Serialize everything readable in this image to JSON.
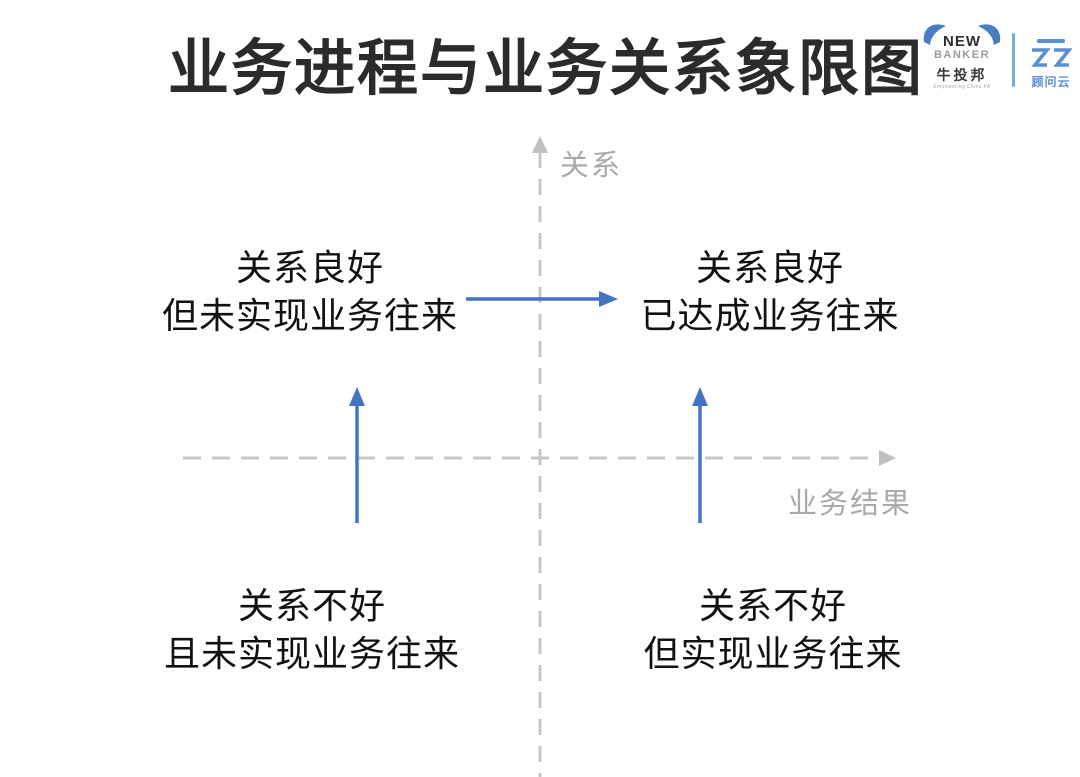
{
  "page": {
    "background": "#ffffff"
  },
  "header": {
    "title": "业务进程与业务关系象限图",
    "logos": {
      "newbanker": {
        "name_line1": "NEW",
        "name_line2": "BANKER",
        "cn_name": "牛投邦",
        "tagline": "Empowering China FA",
        "horn_color": "#4a7ec0"
      },
      "guwenyun": {
        "cn_name": "顾问云",
        "mark_color": "#5b8fd4"
      }
    }
  },
  "axes": {
    "y_label": "关系",
    "x_label": "业务结果",
    "line_color": "#c7c7c7",
    "label_color": "#a9a9a9"
  },
  "quadrants": {
    "top_left": {
      "line1": "关系良好",
      "line2": "但未实现业务往来"
    },
    "top_right": {
      "line1": "关系良好",
      "line2": "已达成业务往来"
    },
    "bottom_left": {
      "line1": "关系不好",
      "line2": "且未实现业务往来"
    },
    "bottom_right": {
      "line1": "关系不好",
      "line2": "但实现业务往来"
    }
  },
  "arrows": {
    "color": "#4472c4",
    "items": [
      "horizontal-arrow-top-left-to-top-right",
      "vertical-arrow-left-up",
      "vertical-arrow-right-up"
    ]
  }
}
